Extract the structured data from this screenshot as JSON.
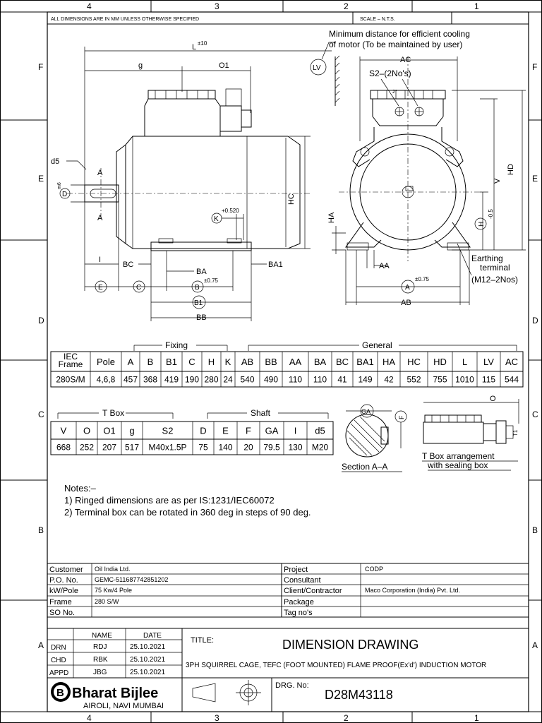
{
  "border": {
    "columns": [
      "4",
      "3",
      "2",
      "1"
    ],
    "rows": [
      "F",
      "E",
      "D",
      "C",
      "B",
      "A"
    ]
  },
  "header": {
    "note": "ALL DIMENSIONS ARE IN MM UNLESS OTHERWISE SPECIFIED",
    "scale": "SCALE – N.T.S."
  },
  "drawing": {
    "cooling_note_1": "Minimum distance for efficient cooling",
    "cooling_note_2": "of motor (To be maintained by user)",
    "labels": {
      "L": "L",
      "L_tol": "±10",
      "g": "g",
      "O1": "O1",
      "LV": "LV",
      "AC": "AC",
      "S2": "S2–(2No's)",
      "d5": "d5",
      "A": "A",
      "D": "D",
      "m6": "m6",
      "HC": "HC",
      "K": "K",
      "K_tol": "+0.520",
      "HD": "HD",
      "V": "V",
      "H": "H",
      "H_tol": "-0.5",
      "HA": "HA",
      "Earthing1": "Earthing",
      "Earthing2": "terminal",
      "Earthing3": "(M12–2Nos)",
      "I": "I",
      "BC": "BC",
      "BA": "BA",
      "BA1": "BA1",
      "B": "B",
      "B_tol": "±0.75",
      "E": "E",
      "C": "C",
      "B1": "B1",
      "BB": "BB",
      "AA": "AA",
      "AB": "AB",
      "A_tol": "±0.75",
      "deg": "2°",
      "GA": "GA",
      "F": "F",
      "O": "O",
      "T1": "T1",
      "section": "Section A–A",
      "tbox1": "T Box arrangement",
      "tbox2": "with sealing box"
    }
  },
  "main_table": {
    "group_fixing": "Fixing",
    "group_general": "General",
    "headers": [
      "IEC Frame",
      "Pole",
      "A",
      "B",
      "B1",
      "C",
      "H",
      "K",
      "AB",
      "BB",
      "AA",
      "BA",
      "BC",
      "BA1",
      "HA",
      "HC",
      "HD",
      "L",
      "LV",
      "AC"
    ],
    "values": [
      "280S/M",
      "4,6,8",
      "457",
      "368",
      "419",
      "190",
      "280",
      "24",
      "540",
      "490",
      "110",
      "110",
      "41",
      "149",
      "42",
      "552",
      "755",
      "1010",
      "115",
      "544"
    ]
  },
  "tbox_table": {
    "group_tbox": "T Box",
    "group_shaft": "Shaft",
    "headers": [
      "V",
      "O",
      "O1",
      "g",
      "S2",
      "D",
      "E",
      "F",
      "GA",
      "I",
      "d5"
    ],
    "values": [
      "668",
      "252",
      "207",
      "517",
      "M40x1.5P",
      "75",
      "140",
      "20",
      "79.5",
      "130",
      "M20"
    ]
  },
  "notes": {
    "title": "Notes:–",
    "items": [
      "1)  Ringed dimensions are as per IS:1231/IEC60072",
      "2)  Terminal box can be rotated in 360 deg in steps of 90 deg."
    ]
  },
  "info": {
    "left": [
      {
        "label": "Customer",
        "value": "Oil India Ltd."
      },
      {
        "label": "P.O. No.",
        "value": "GEMC-511687742851202"
      },
      {
        "label": "kW/Pole",
        "value": "75 Kw/4 Pole"
      },
      {
        "label": "Frame",
        "value": "280 S/W"
      },
      {
        "label": "SO No.",
        "value": ""
      }
    ],
    "right": [
      {
        "label": "Project",
        "value": "CODP"
      },
      {
        "label": "Consultant",
        "value": ""
      },
      {
        "label": "Client/Contractor",
        "value": "Maco Corporation (India) Pvt. Ltd."
      },
      {
        "label": "Package",
        "value": ""
      },
      {
        "label": "Tag no's",
        "value": ""
      }
    ]
  },
  "title_block": {
    "col_name": "NAME",
    "col_date": "DATE",
    "rows": [
      {
        "role": "DRN",
        "name": "RDJ",
        "date": "25.10.2021"
      },
      {
        "role": "CHD",
        "name": "RBK",
        "date": "25.10.2021"
      },
      {
        "role": "APPD",
        "name": "JBG",
        "date": "25.10.2021"
      }
    ],
    "title_label": "TITLE:",
    "title": "DIMENSION DRAWING",
    "subtitle": "3PH SQUIRREL CAGE, TEFC (FOOT MOUNTED) FLAME PROOF(Ex'd') INDUCTION MOTOR",
    "company": "Bharat Bijlee",
    "company_initial": "B",
    "location": "AIROLI, NAVI MUMBAI",
    "drg_label": "DRG. No:",
    "drg_no": "D28M43118"
  }
}
